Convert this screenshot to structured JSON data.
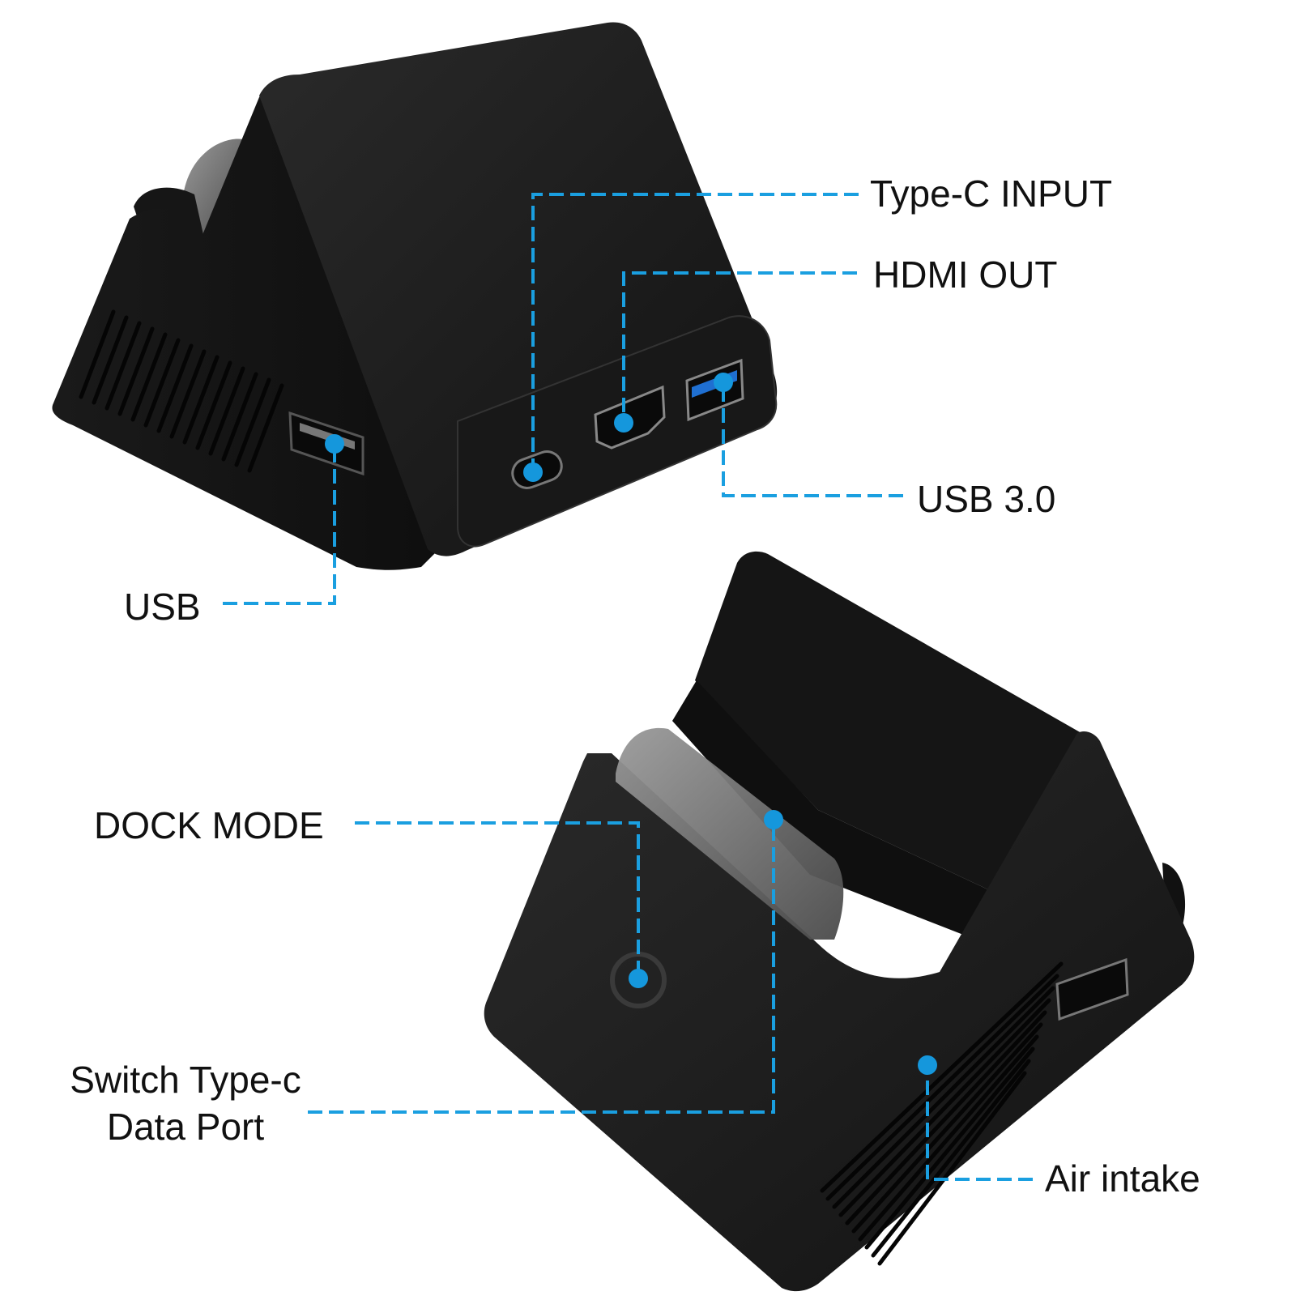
{
  "colors": {
    "background": "#ffffff",
    "dock_body": "#1c1c1c",
    "dock_edge": "#2e2e2e",
    "callout_line": "#1a9fe0",
    "callout_dot": "#1597dc",
    "usb3_blue": "#1f6fd1",
    "label_text": "#111111"
  },
  "callouts": {
    "type_c_input": "Type-C INPUT",
    "hdmi_out": "HDMI OUT",
    "usb_3": "USB 3.0",
    "usb": "USB",
    "dock_mode": "DOCK MODE",
    "switch_port": {
      "line1": "Switch Type-c",
      "line2": "Data Port"
    },
    "air_intake": "Air intake"
  }
}
